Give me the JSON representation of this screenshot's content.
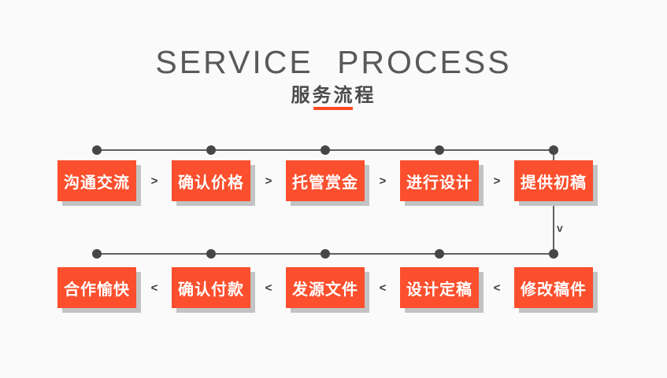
{
  "slide": {
    "title": "SERVICE PROCESS",
    "subtitle": "服务流程"
  },
  "colors": {
    "background": "#fafafa",
    "accent_orange": "#fb4f2d",
    "underline_orange": "#fb4a22",
    "line_gray": "#5f5f5f",
    "dot_gray": "#454648",
    "title_gray": "#58595b",
    "subtitle_gray": "#4a4b4d",
    "shadow_gray": "#c3c3c3",
    "step_text": "#ffffff"
  },
  "process": {
    "top_row": {
      "separator": ">",
      "steps": [
        "沟通交流",
        "确认价格",
        "托管赏金",
        "进行设计",
        "提供初稿"
      ]
    },
    "connector": {
      "arrow": "v"
    },
    "bottom_row": {
      "separator": "<",
      "steps": [
        "合作愉快",
        "确认付款",
        "发源文件",
        "设计定稿",
        "修改稿件"
      ]
    }
  }
}
